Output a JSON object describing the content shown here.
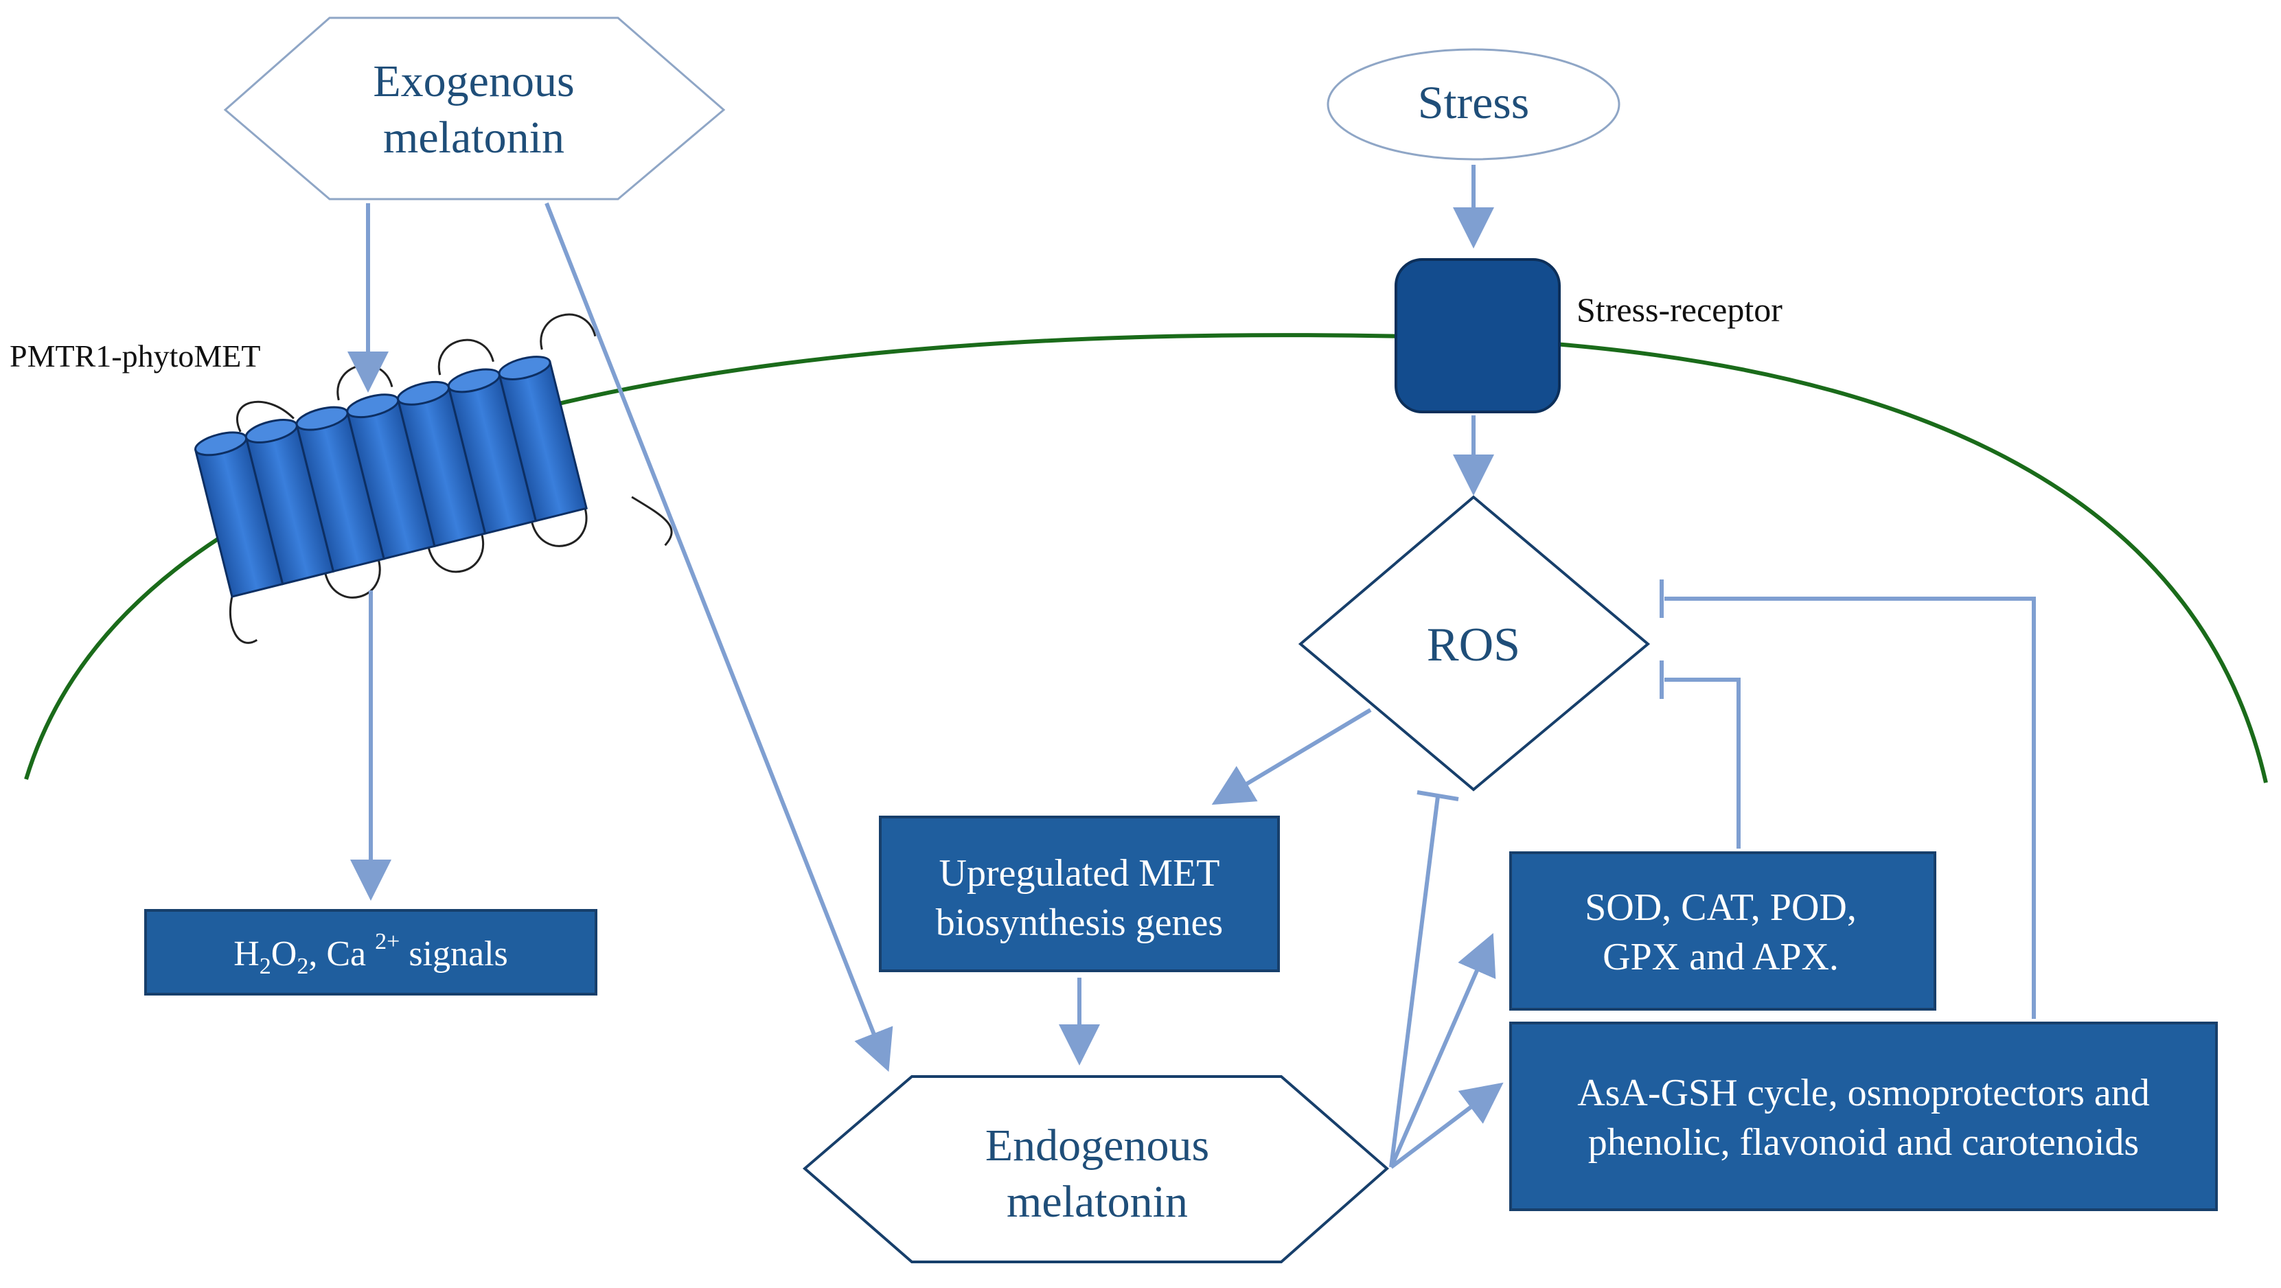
{
  "nodes": {
    "exogenous_melatonin": {
      "line1": "Exogenous",
      "line2": "melatonin"
    },
    "stress": {
      "label": "Stress"
    },
    "stress_receptor": {
      "label": "Stress-receptor"
    },
    "receptor_label": {
      "label": "PMTR1-phytoMET"
    },
    "ros": {
      "label": "ROS"
    },
    "signals": {
      "h": "H",
      "sub2a": "2",
      "o": "O",
      "sub2b": "2",
      "ca": ", Ca ",
      "sup": "2+",
      "rest": " signals"
    },
    "upregulated": {
      "line1": "Upregulated MET",
      "line2": "biosynthesis genes"
    },
    "endogenous_melatonin": {
      "line1": "Endogenous",
      "line2": "melatonin"
    },
    "enzymes": {
      "line1": "SOD, CAT, POD,",
      "line2": "GPX and APX."
    },
    "asa_gsh": {
      "line1": "AsA-GSH cycle, osmoprotectors and",
      "line2": "phenolic, flavonoid and carotenoids"
    }
  },
  "colors": {
    "box_fill": "#1f5e9e",
    "box_stroke": "#173f6b",
    "arrow": "#7f9fd1",
    "membrane": "#1a6b1a",
    "receptor_fill": "#2f6fc4",
    "stress_receptor_fill": "#134c8e",
    "text_dark": "#1f4e79"
  }
}
